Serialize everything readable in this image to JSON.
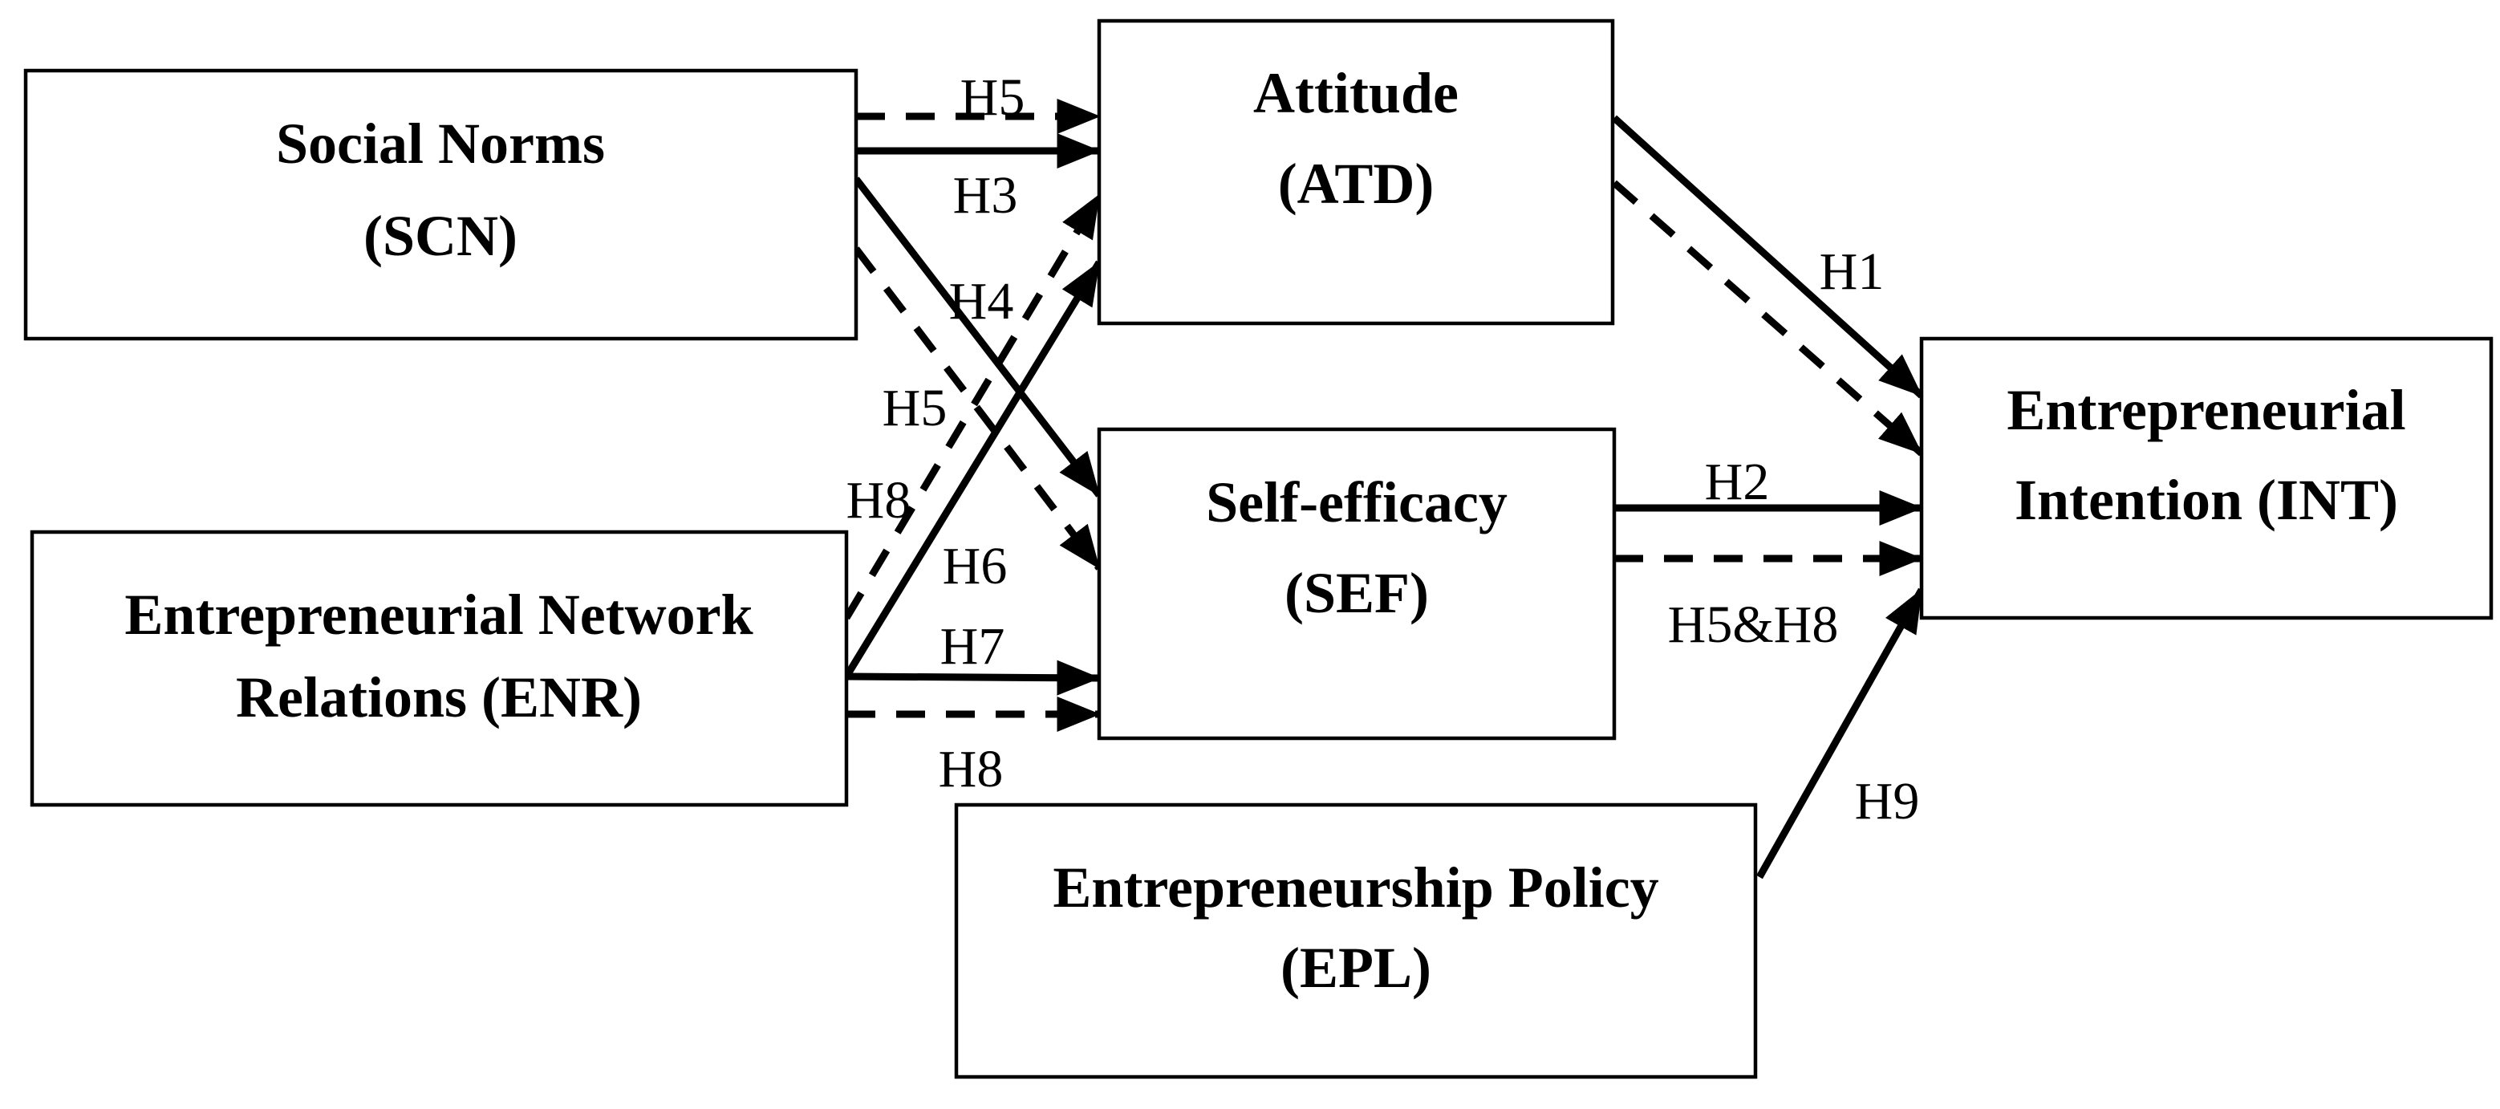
{
  "diagram": {
    "background_color": "#ffffff",
    "line_color": "#000000",
    "nodes": [
      {
        "id": "SCN",
        "line1": "Social Norms",
        "line2": "(SCN)"
      },
      {
        "id": "ENR",
        "line1": "Entrepreneurial Network",
        "line2": "Relations (ENR)"
      },
      {
        "id": "ATD",
        "line1": "Attitude",
        "line2": "(ATD)"
      },
      {
        "id": "SEF",
        "line1": "Self-efficacy",
        "line2": "(SEF)"
      },
      {
        "id": "EPL",
        "line1": "Entrepreneurship Policy",
        "line2": "(EPL)"
      },
      {
        "id": "INT",
        "line1": "Entrepreneurial",
        "line2": "Intention (INT)"
      }
    ],
    "edges": [
      {
        "label": "H5",
        "from": "SCN",
        "to": "ATD",
        "style": "dashed"
      },
      {
        "label": "H3",
        "from": "SCN",
        "to": "ATD",
        "style": "solid"
      },
      {
        "label": "H4",
        "from": "SCN",
        "to": "SEF",
        "style": "solid"
      },
      {
        "label": "H5",
        "from": "SCN",
        "to": "SEF",
        "style": "dashed"
      },
      {
        "label": "H8",
        "from": "ENR",
        "to": "ATD",
        "style": "dashed"
      },
      {
        "label": "H6",
        "from": "ENR",
        "to": "ATD",
        "style": "solid"
      },
      {
        "label": "H7",
        "from": "ENR",
        "to": "SEF",
        "style": "solid"
      },
      {
        "label": "H8",
        "from": "ENR",
        "to": "SEF",
        "style": "dashed"
      },
      {
        "label": "H1",
        "from": "ATD",
        "to": "INT",
        "style": "solid"
      },
      {
        "label": "",
        "from": "ATD",
        "to": "INT",
        "style": "dashed"
      },
      {
        "label": "H2",
        "from": "SEF",
        "to": "INT",
        "style": "solid"
      },
      {
        "label": "H5&H8",
        "from": "SEF",
        "to": "INT",
        "style": "dashed"
      },
      {
        "label": "H9",
        "from": "EPL",
        "to": "INT",
        "style": "solid"
      }
    ]
  }
}
